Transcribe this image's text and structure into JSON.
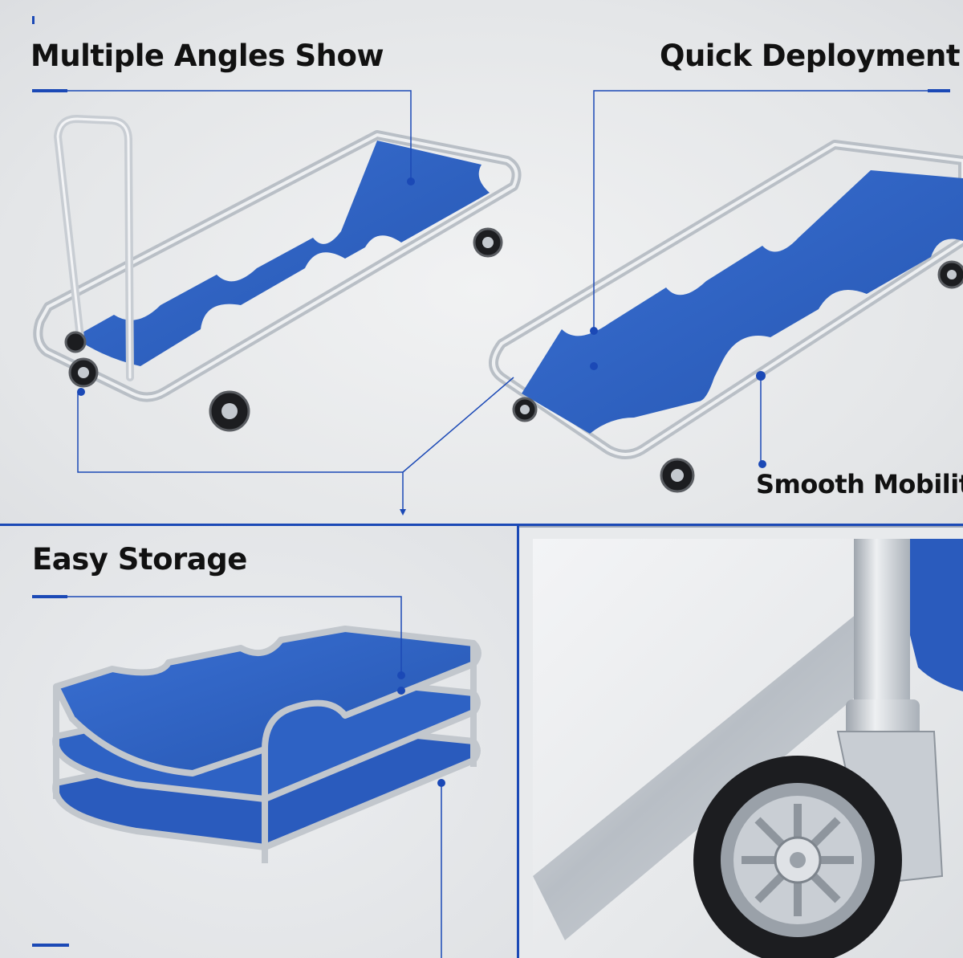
{
  "titles": {
    "multiple_angles": "Multiple Angles Show",
    "quick_deployment": "Quick Deployment",
    "smooth_mobility": "Smooth Mobilit",
    "easy_storage": "Easy Storage"
  },
  "colors": {
    "fabric_blue": "#2e62c4",
    "accent_blue": "#1b49b6",
    "aluminum": "#c4c9cf",
    "tire": "#1c1d20"
  },
  "icons": [
    "stretcher-with-handle",
    "stretcher-flat",
    "stretcher-folded-stack",
    "caster-wheel-closeup"
  ]
}
